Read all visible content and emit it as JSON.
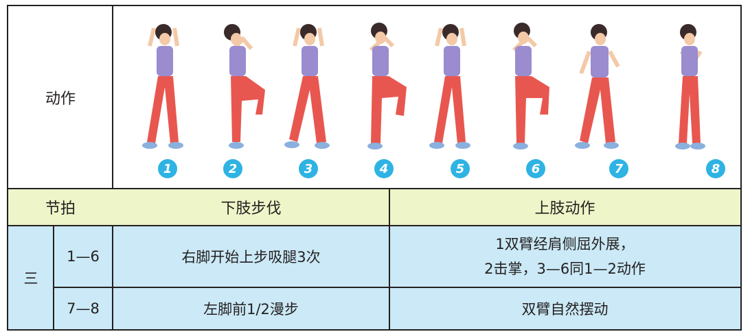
{
  "row_action_label": "动作",
  "figure_numbers": [
    "1",
    "2",
    "3",
    "4",
    "5",
    "6",
    "7",
    "8"
  ],
  "header": {
    "beat": "节拍",
    "lower_limb": "下肢步伐",
    "upper_limb": "上肢动作"
  },
  "section": "三",
  "rows": [
    {
      "beat": "1—6",
      "lower_limb": "右脚开始上步吸腿3次",
      "upper_limb_line1": "1双臂经肩侧屈外展，",
      "upper_limb_line2": "2击掌，3—6同1—2动作"
    },
    {
      "beat": "7—8",
      "lower_limb": "左脚前1/2漫步",
      "upper_limb": "双臂自然摆动"
    }
  ],
  "colors": {
    "header_bg": "#eef5c8",
    "body_bg": "#cbe9f6",
    "badge": "#2eb3e3",
    "pants": "#e8574f",
    "shirt": "#9a8ccf"
  }
}
